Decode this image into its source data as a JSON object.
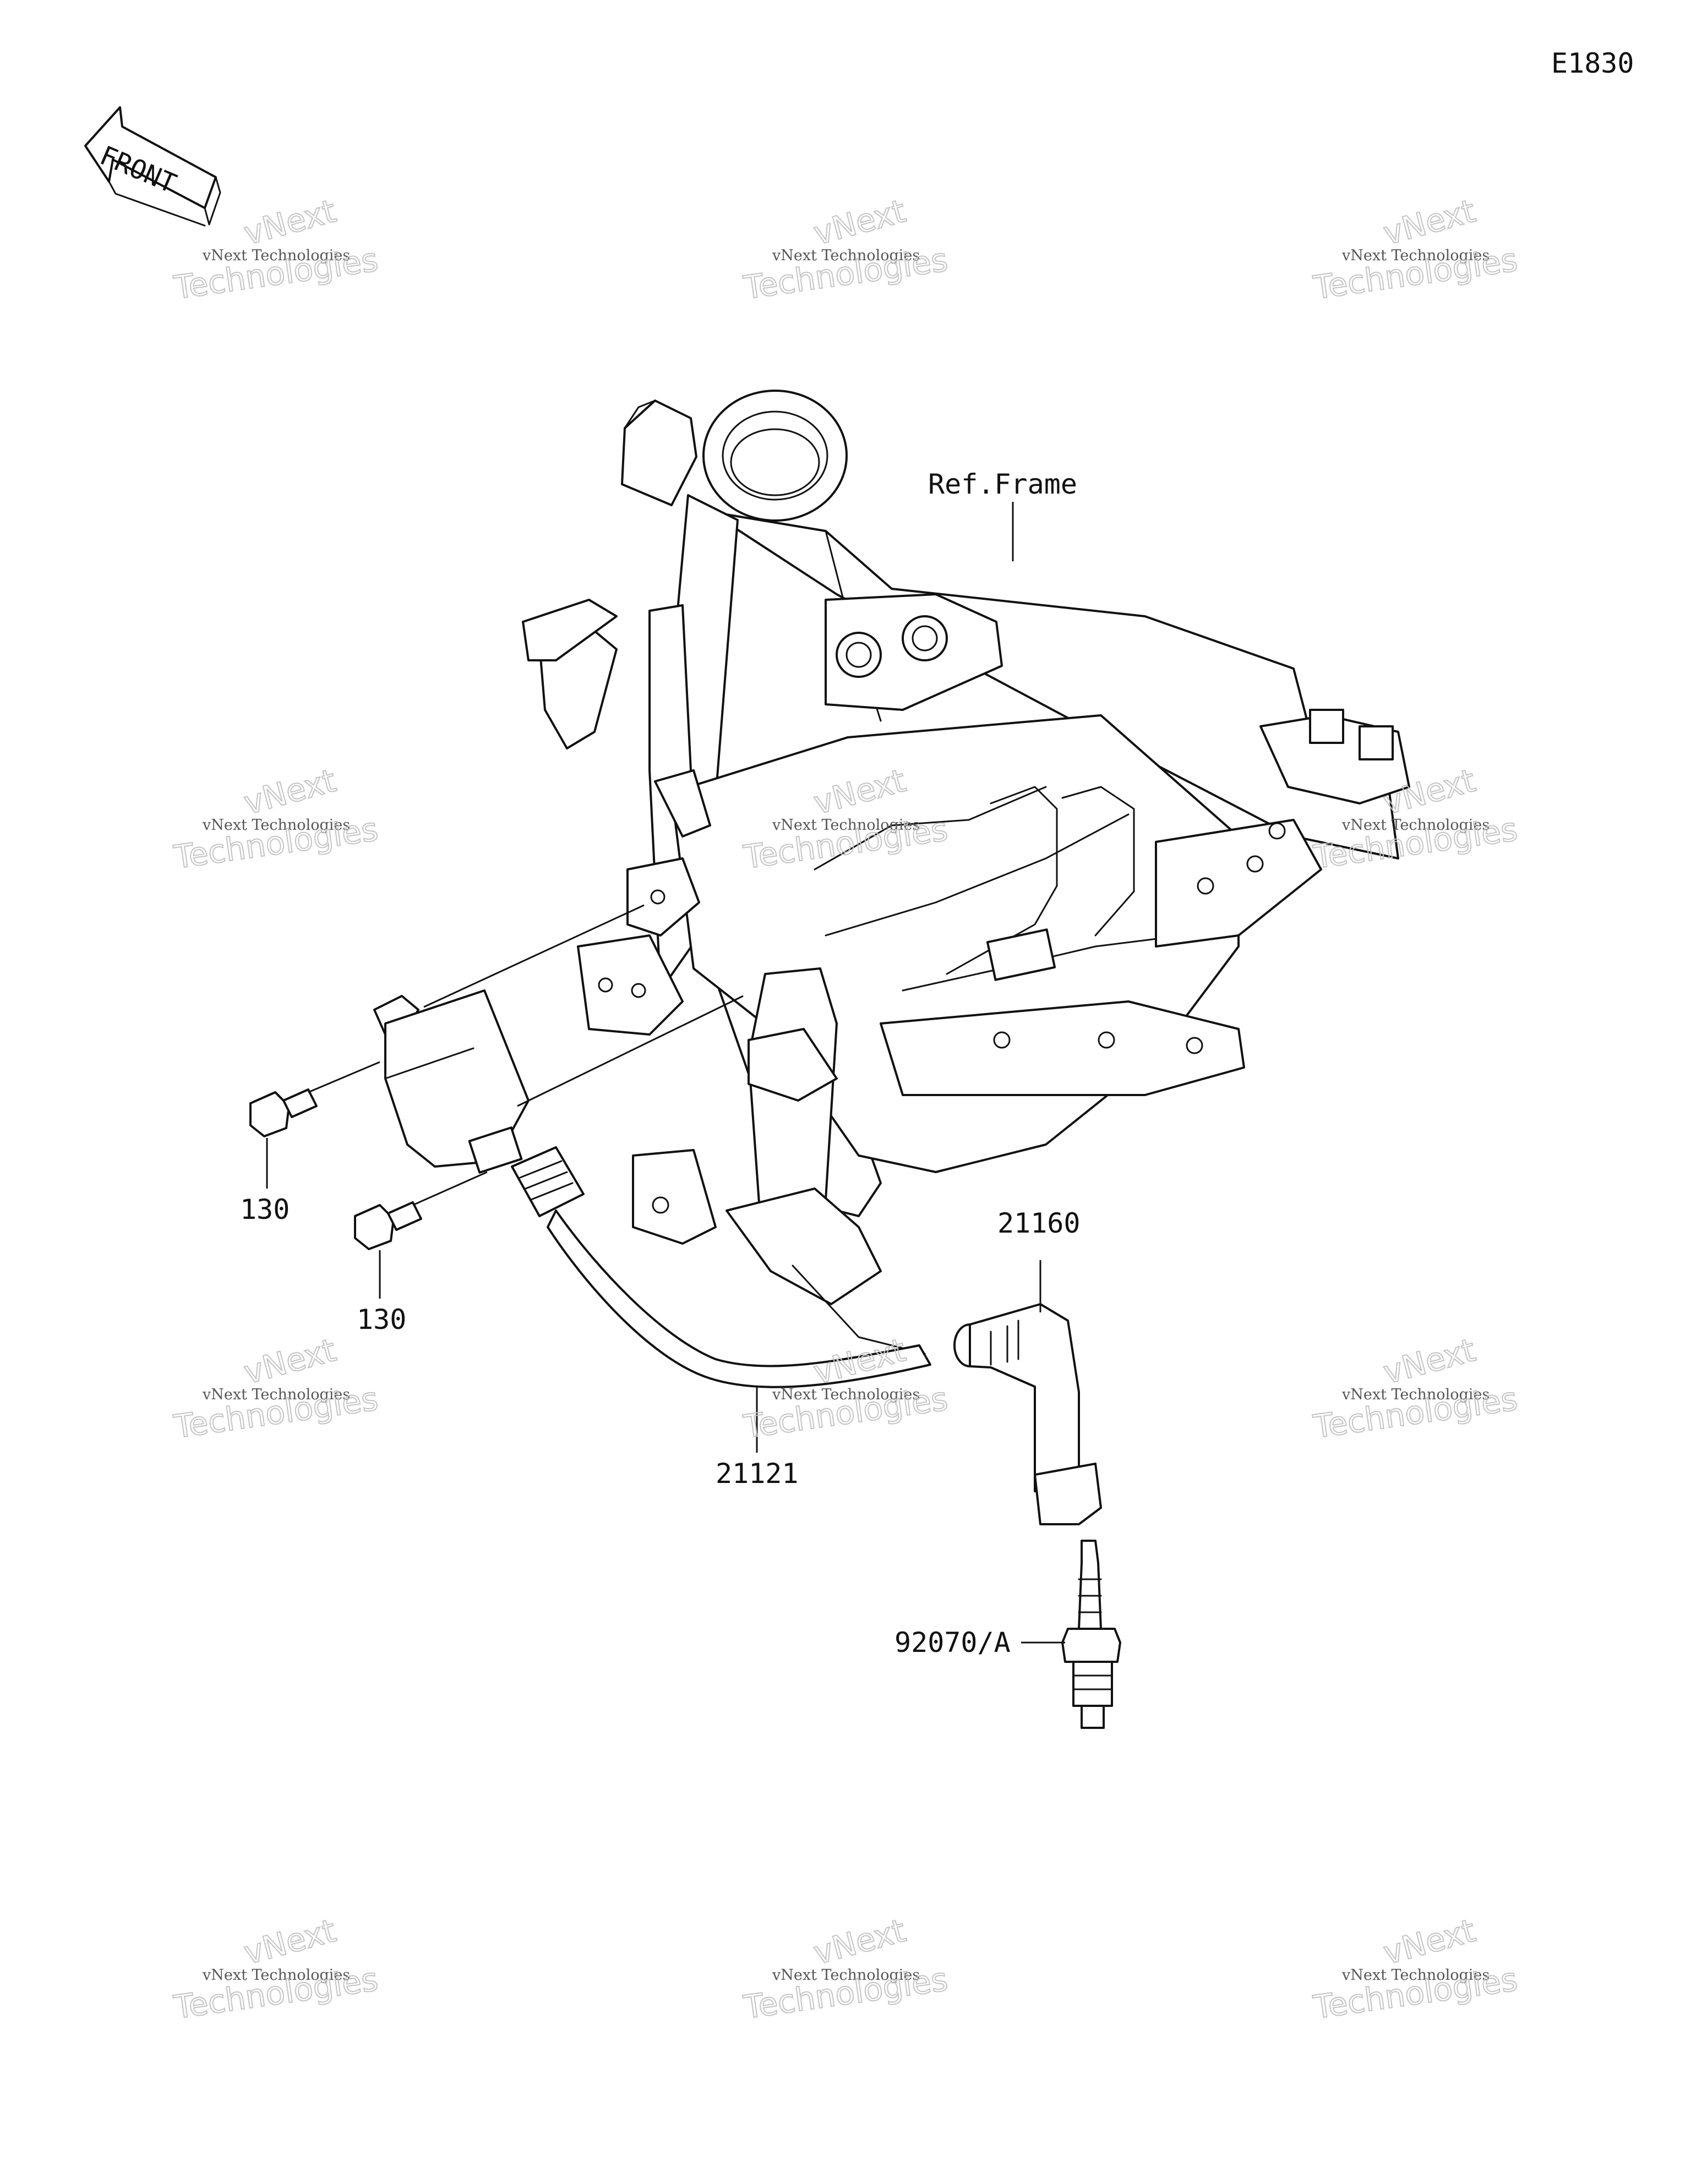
{
  "diagram_code": "E1830",
  "front_arrow_label": "FRONT",
  "reference_label": "Ref.Frame",
  "parts": [
    {
      "id": "bolt-upper",
      "number": "130"
    },
    {
      "id": "bolt-lower",
      "number": "130"
    },
    {
      "id": "plug-cap",
      "number": "21160"
    },
    {
      "id": "ignition-coil",
      "number": "21121"
    },
    {
      "id": "spark-plug",
      "number": "92070/A"
    }
  ],
  "watermark": {
    "line1": "vNext",
    "line2": "vNext Technologies",
    "line3": "Technologies"
  }
}
